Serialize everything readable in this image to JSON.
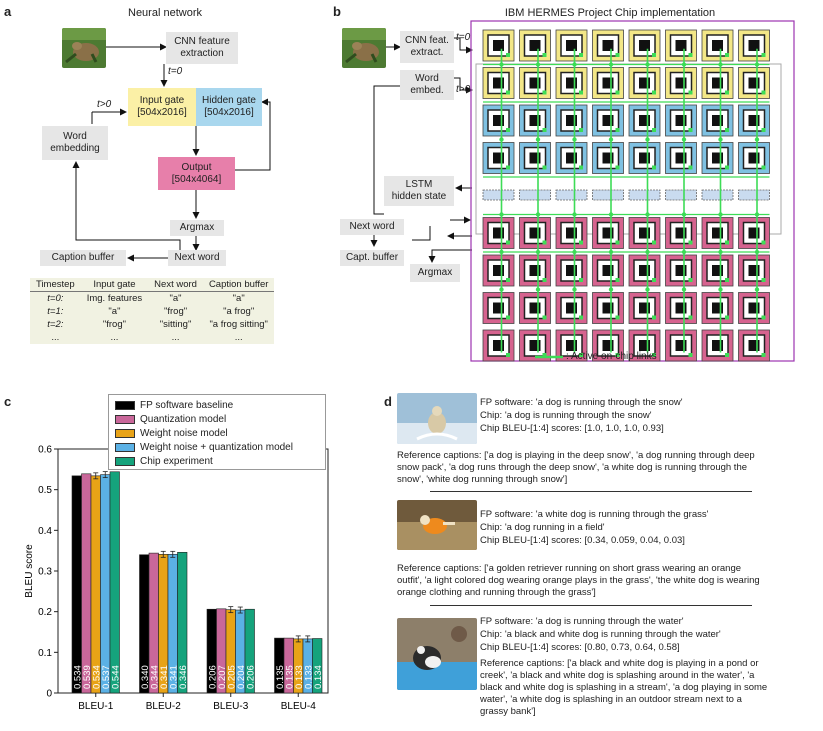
{
  "panel_a": {
    "letter": "a",
    "title": "Neural network",
    "cnn_box": "CNN feature\nextraction",
    "t0": "t=0",
    "tgt0": "t>0",
    "input_gate": "Input gate\n[504x2016]",
    "hidden_gate": "Hidden gate\n[504x2016]",
    "word_embedding": "Word\nembedding",
    "output": "Output\n[504x4064]",
    "argmax": "Argmax",
    "next_word": "Next word",
    "caption_buffer": "Caption buffer",
    "table": {
      "headers": [
        "Timestep",
        "Input gate",
        "Next word",
        "Caption buffer"
      ],
      "rows": [
        [
          "t=0:",
          "Img. features",
          "\"a\"",
          "\"a\""
        ],
        [
          "t=1:",
          "\"a\"",
          "\"frog\"",
          "\"a frog\""
        ],
        [
          "t=2:",
          "\"frog\"",
          "\"sitting\"",
          "\"a frog sitting\""
        ],
        [
          "...",
          "...",
          "...",
          "..."
        ]
      ]
    }
  },
  "panel_b": {
    "letter": "b",
    "title": "IBM HERMES Project Chip implementation",
    "cnn_box": "CNN feat.\nextract.",
    "t0": "t=0",
    "tgt0": "t>0",
    "word_embed": "Word\nembed.",
    "lstm": "LSTM\nhidden state",
    "next_word": "Next word",
    "capt_buffer": "Capt. buffer",
    "argmax": "Argmax",
    "legend": ": Active on-chip links",
    "row_types": [
      "yellow",
      "yellow",
      "blue",
      "blue",
      "state",
      "pink",
      "pink",
      "pink",
      "pink"
    ],
    "cols": 8,
    "colors": {
      "yellow": "#f3e787",
      "blue": "#7fc1e2",
      "pink": "#d6638f",
      "state": "#c9dbef",
      "link": "#3ddc56",
      "frame": "#9c34b0"
    }
  },
  "panel_c": {
    "letter": "c"
  },
  "chart_data": {
    "type": "bar",
    "categories": [
      "BLEU-1",
      "BLEU-2",
      "BLEU-3",
      "BLEU-4"
    ],
    "series": [
      {
        "name": "FP software baseline",
        "color": "#000000",
        "values": [
          0.534,
          0.34,
          0.206,
          0.135
        ],
        "labels": [
          "0.534",
          "0.340",
          "0.206",
          "0.135"
        ]
      },
      {
        "name": "Quantization model",
        "color": "#c9679a",
        "values": [
          0.539,
          0.344,
          0.207,
          0.135
        ],
        "labels": [
          "0.539",
          "0.344",
          "0.207",
          "0.135"
        ]
      },
      {
        "name": "Weight noise model",
        "color": "#e8a317",
        "values": [
          0.534,
          0.341,
          0.205,
          0.133
        ],
        "labels": [
          "0.534",
          "0.341",
          "0.205",
          "0.133"
        ]
      },
      {
        "name": "Weight noise + quantization model",
        "color": "#5bb1e5",
        "values": [
          0.537,
          0.341,
          0.204,
          0.133
        ],
        "labels": [
          "0.537",
          "0.341",
          "0.204",
          "0.133"
        ]
      },
      {
        "name": "Chip experiment",
        "color": "#15a37c",
        "values": [
          0.544,
          0.346,
          0.206,
          0.134
        ],
        "labels": [
          "0.544",
          "0.346",
          "0.206",
          "0.134"
        ]
      }
    ],
    "error_series": [
      2,
      3
    ],
    "ylabel": "BLEU score",
    "ylim": [
      0,
      0.6
    ],
    "yticks": [
      "0",
      "0.1",
      "0.2",
      "0.3",
      "0.4",
      "0.5",
      "0.6"
    ],
    "legend_position": "top-right"
  },
  "panel_d": {
    "letter": "d",
    "examples": [
      {
        "fp": "FP software: 'a dog is running through the snow'",
        "chip": "Chip: 'a dog is running through the snow'",
        "scores": "Chip BLEU-[1:4] scores: [1.0, 1.0, 1.0, 0.93]",
        "ref": "Reference captions: ['a dog is playing in the deep snow', 'a dog running through deep snow pack', 'a dog runs through the deep snow', 'a white dog is running through the snow', 'white dog running through snow']"
      },
      {
        "fp": "FP software: 'a white dog is running through the grass'",
        "chip": "Chip: 'a dog running in a field'",
        "scores": "Chip BLEU-[1:4] scores: [0.34, 0.059, 0.04, 0.03]",
        "ref": "Reference captions: ['a golden retriever running on short grass wearing an orange outfit',  'a light colored dog wearing orange plays in the grass',  'the white dog is wearing orange clothing and running through the grass']"
      },
      {
        "fp": "FP software: 'a dog is running through the water'",
        "chip": "Chip: 'a black and white dog is running through the water'",
        "scores": "Chip BLEU-[1:4] scores: [0.80, 0.73, 0.64, 0.58]",
        "ref": "Reference captions: ['a black and white dog is playing in a pond or creek',  'a black and white dog is splashing around in the water',  'a black and white dog is splashing in a stream',  'a dog playing in some water',  'a white dog is splashing in an outdoor stream next to a grassy bank']"
      }
    ]
  }
}
